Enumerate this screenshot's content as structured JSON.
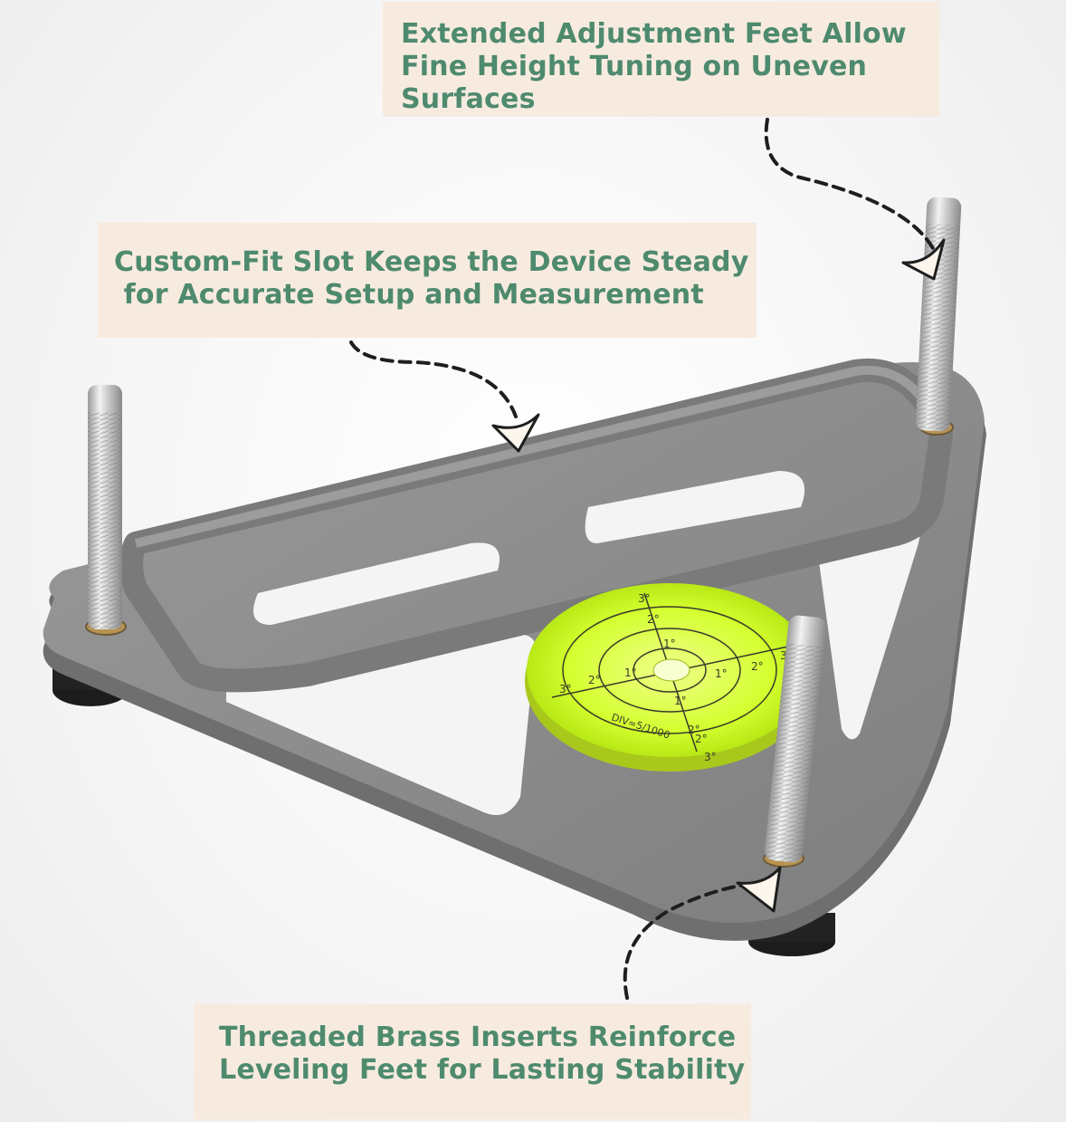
{
  "callouts": {
    "top": {
      "lines": [
        "Extended Adjustment Feet Allow",
        "Fine Height Tuning on Uneven",
        "Surfaces"
      ]
    },
    "middle": {
      "lines": [
        "Custom-Fit Slot Keeps the Device Steady",
        " for Accurate Setup and Measurement"
      ]
    },
    "bottom": {
      "lines": [
        "Threaded Brass Inserts Reinforce",
        "Leveling Feet for Lasting Stability"
      ]
    }
  },
  "level": {
    "marks": [
      "3°",
      "2°",
      "1°",
      "1°",
      "2°",
      "3°",
      "1°",
      "2°",
      "3°",
      "2°",
      "1°",
      "2°",
      "3°"
    ],
    "div_label": "DIV=5/1000"
  },
  "colors": {
    "callout_bg": "#f7ebdf",
    "callout_text": "#4e8a6e",
    "plate": "#8d8d8d",
    "bubble": "#d6ff3a"
  }
}
